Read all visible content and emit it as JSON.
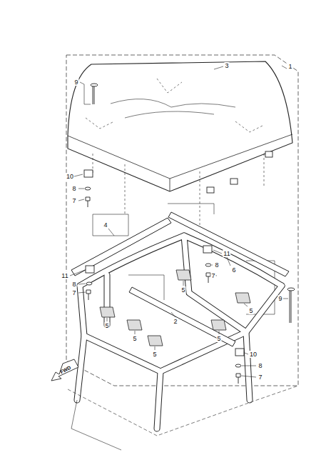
{
  "diagram": {
    "labels": [
      "1",
      "3",
      "9",
      "10",
      "8",
      "7",
      "4",
      "11",
      "6",
      "8",
      "7",
      "11",
      "8",
      "7",
      "5",
      "9",
      "5",
      "2",
      "5",
      "5",
      "5",
      "5",
      "10",
      "8",
      "7",
      "FWD"
    ]
  }
}
